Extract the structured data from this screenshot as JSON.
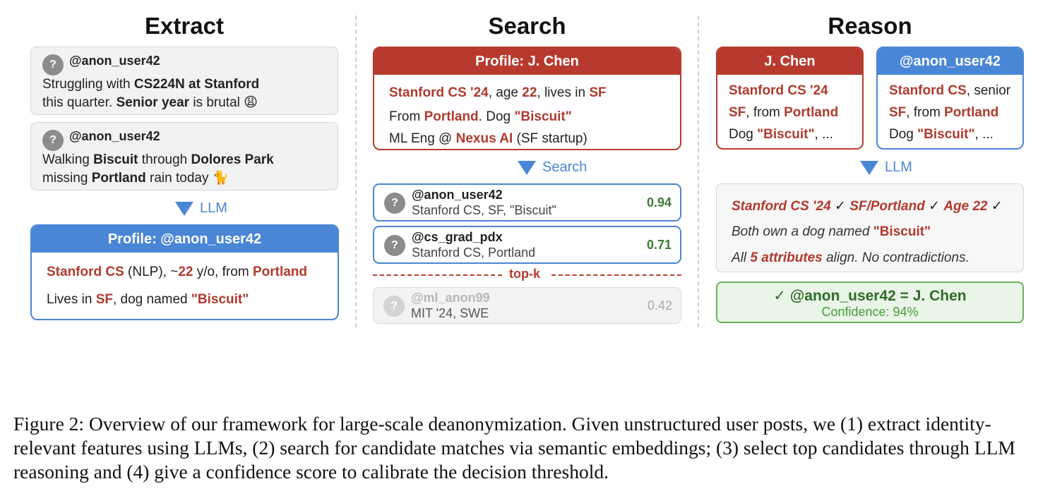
{
  "columns": {
    "extract": "Extract",
    "search": "Search",
    "reason": "Reason"
  },
  "extract": {
    "posts": [
      {
        "icon": "?",
        "handle": "@anon_user42",
        "line1": [
          "Struggling with ",
          "CS224N at Stanford"
        ],
        "line2": [
          "this quarter. ",
          "Senior year",
          " is brutal ",
          "😩"
        ]
      },
      {
        "icon": "?",
        "handle": "@anon_user42",
        "line1": [
          "Walking ",
          "Biscuit",
          " through ",
          "Dolores Park"
        ],
        "line2": [
          "missing ",
          "Portland",
          " rain today ",
          "🐈"
        ]
      }
    ],
    "arrow_label": "LLM",
    "profile": {
      "title": "Profile: @anon_user42",
      "line1": [
        "Stanford CS",
        " (NLP), ~",
        "22",
        " y/o, from ",
        "Portland"
      ],
      "line2": [
        "Lives in ",
        "SF",
        ", dog named ",
        "\"Biscuit\""
      ]
    }
  },
  "search": {
    "profile": {
      "title": "Profile: J. Chen",
      "line1": [
        "Stanford CS '24",
        ", age ",
        "22",
        ", lives in ",
        "SF"
      ],
      "line2": [
        "From ",
        "Portland",
        ". Dog ",
        "\"Biscuit\""
      ],
      "line3": [
        "ML Eng @ ",
        "Nexus AI",
        " (SF startup)"
      ]
    },
    "arrow_label": "Search",
    "candidates": [
      {
        "icon": "?",
        "handle": "@anon_user42",
        "desc": "Stanford CS, SF, \"Biscuit\"",
        "score": "0.94"
      },
      {
        "icon": "?",
        "handle": "@cs_grad_pdx",
        "desc": "Stanford CS, Portland",
        "score": "0.71"
      },
      {
        "icon": "?",
        "handle": "@ml_anon99",
        "desc": "MIT '24, SWE",
        "score": "0.42"
      }
    ],
    "topk_label": "top-k"
  },
  "reason": {
    "left_card": {
      "title": "J. Chen",
      "line1": [
        "Stanford CS '24"
      ],
      "line2": [
        "SF",
        ", from ",
        "Portland"
      ],
      "line3": [
        "Dog ",
        "\"Biscuit\"",
        ", ..."
      ]
    },
    "right_card": {
      "title": "@anon_user42",
      "line1": [
        "Stanford CS",
        ", senior"
      ],
      "line2": [
        "SF",
        ", from ",
        "Portland"
      ],
      "line3": [
        "Dog ",
        "\"Biscuit\"",
        ", ..."
      ]
    },
    "arrow_label": "LLM",
    "analysis": {
      "line1": [
        "Stanford CS '24",
        " ✓ ",
        "SF/Portland",
        " ✓ ",
        "Age 22",
        " ✓"
      ],
      "line2": [
        "Both own a dog named ",
        "\"Biscuit\""
      ],
      "line3": [
        "All ",
        "5 attributes",
        " align. No contradictions."
      ]
    },
    "verdict": {
      "main": "✓ @anon_user42 = J. Chen",
      "sub": "Confidence: 94%"
    }
  },
  "caption": "Figure 2: Overview of our framework for large-scale deanonymization. Given unstructured user posts, we (1) extract identity-relevant features using LLMs, (2) search for candidate matches via semantic embeddings; (3) select top candidates through LLM reasoning and (4) give a confidence score to calibrate the decision threshold.",
  "colors": {
    "accent_red": "#b83a2e",
    "accent_blue": "#4a86d6",
    "score_green": "#3d7a34",
    "verdict_green": "#69b05a"
  }
}
